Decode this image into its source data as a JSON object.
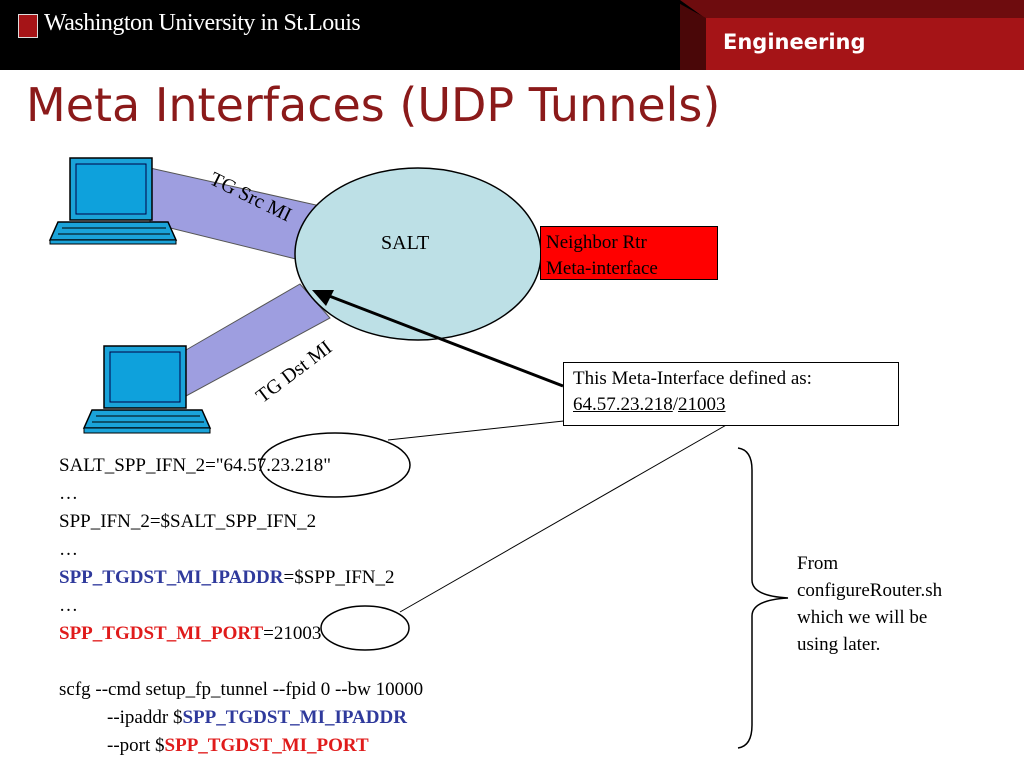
{
  "header": {
    "university": "Washington University in St.Louis",
    "section": "Engineering"
  },
  "title": "Meta Interfaces (UDP Tunnels)",
  "diagram": {
    "router_label": "SALT",
    "tg_src_label": "TG Src MI",
    "tg_dst_label": "TG Dst MI",
    "neighbor_line1": "Neighbor Rtr",
    "neighbor_line2": "Meta-interface",
    "callout_line1": "This Meta-Interface defined as:",
    "callout_ip": "64.57.23.218",
    "callout_sep": "/",
    "callout_port": "21003"
  },
  "code": {
    "line1_prefix": "SALT_SPP_IFN_2=\"",
    "line1_value": "64.57.23.218\"",
    "ellipsis": "…",
    "line3": "SPP_IFN_2=$SALT_SPP_IFN_2",
    "line5_var": "SPP_TGDST_MI_IPADDR",
    "line5_rest": "=$SPP_IFN_2",
    "line7_var": "SPP_TGDST_MI_PORT",
    "line7_eq": "=",
    "line7_value": "21003",
    "line9": "scfg --cmd setup_fp_tunnel --fpid 0 --bw  10000",
    "line10_prefix": "--ipaddr $",
    "line10_var": "SPP_TGDST_MI_IPADDR",
    "line11_prefix": "--port $",
    "line11_var": "SPP_TGDST_MI_PORT"
  },
  "note": {
    "line1": "From",
    "line2": "configureRouter.sh",
    "line3": "which we will be",
    "line4": "using later."
  },
  "colors": {
    "title": "#8b1a1a",
    "header_bg": "#000000",
    "engineering_bg": "#a51417",
    "router_fill": "#bde0e6",
    "link_fill": "#9e9ee0",
    "var_blue": "#2f3a9c",
    "var_red": "#e01b1b",
    "neighbor_fill": "#ff0000"
  }
}
